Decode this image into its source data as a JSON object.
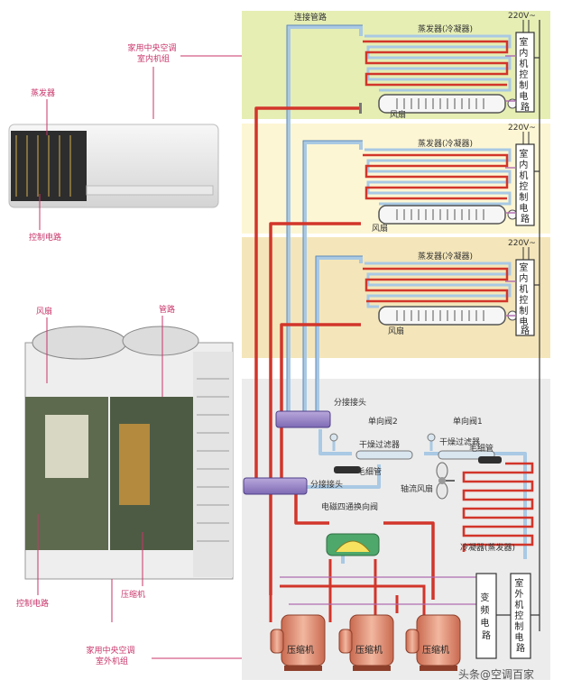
{
  "left": {
    "indoor_unit_title": [
      "家用中央空调",
      "室内机组"
    ],
    "indoor_evaporator": "蒸发器",
    "indoor_control": "控制电路",
    "outdoor_fan": "风扇",
    "outdoor_pipe": "管路",
    "outdoor_control": "控制电路",
    "outdoor_compressor": "压缩机",
    "outdoor_unit_title": [
      "家用中央空调",
      "室外机组"
    ]
  },
  "indoor_units": [
    {
      "connect_label": "连接管路",
      "evap_label": "蒸发器(冷凝器)",
      "fan_label": "风扇",
      "voltage": "220V~",
      "control_chars": [
        "室",
        "内",
        "机",
        "控",
        "制",
        "电",
        "路"
      ]
    },
    {
      "evap_label": "蒸发器(冷凝器)",
      "fan_label": "风扇",
      "voltage": "220V~",
      "control_chars": [
        "室",
        "内",
        "机",
        "控",
        "制",
        "电",
        "路"
      ]
    },
    {
      "evap_label": "蒸发器(冷凝器)",
      "fan_label": "风扇",
      "voltage": "220V~",
      "control_chars": [
        "室",
        "内",
        "机",
        "控",
        "制",
        "电",
        "路"
      ]
    }
  ],
  "outdoor": {
    "splitter_1": "分接接头",
    "splitter_2": "分接接头",
    "check_valve_2": "单向阀2",
    "check_valve_1": "单向阀1",
    "drier_1": "干燥过滤器",
    "drier_2": "干燥过滤器",
    "capillary_1": "毛细管",
    "capillary_2": "毛细管",
    "axial_fan": "轴流风扇",
    "four_way_valve": "电磁四通换向阀",
    "condenser": "冷凝器(蒸发器)",
    "compressor_label": "压缩机",
    "inverter_chars": [
      "变",
      "频",
      "电",
      "路"
    ],
    "outdoor_control_chars": [
      "室",
      "外",
      "机",
      "控",
      "制",
      "电",
      "路"
    ]
  },
  "watermark": "头条@空调百家",
  "colors": {
    "panel_1": "#e6eeb4",
    "panel_2": "#fdf6d4",
    "panel_3": "#f4e6ba",
    "panel_4": "#ececec",
    "hot_pipe": "#d2352a",
    "cold_pipe": "#a9c9e4",
    "wire": "#b06bb0",
    "compressor": "#e9a48e"
  }
}
